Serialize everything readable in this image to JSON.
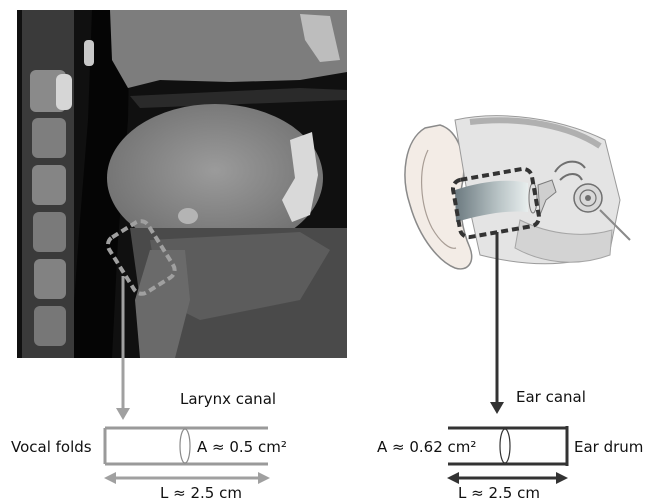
{
  "left_panel": {
    "canal_label": "Larynx canal",
    "end_label": "Vocal folds",
    "area_label": "A ≈ 0.5 cm²",
    "length_label": "L ≈ 2.5 cm"
  },
  "right_panel": {
    "canal_label": "Ear canal",
    "end_label": "Ear drum",
    "area_label": "A ≈ 0.62 cm²",
    "length_label": "L ≈ 2.5 cm"
  },
  "colors": {
    "larynx_accent": "#9a9a9a",
    "ear_accent": "#333333",
    "ct_background": "#0f0f0f",
    "tissue": "#8f8f8f"
  },
  "icons": [
    "ct-scan-image",
    "ear-anatomy-illustration"
  ]
}
